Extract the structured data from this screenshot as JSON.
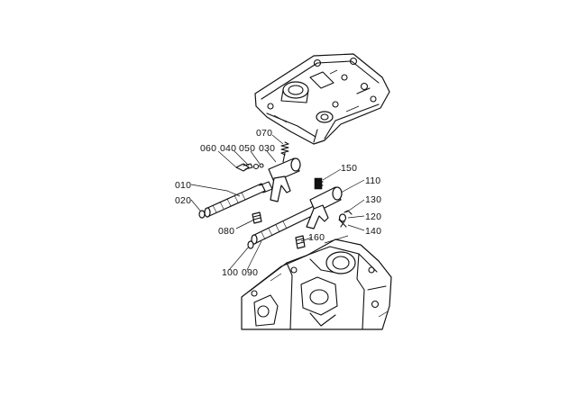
{
  "diagram": {
    "callouts": [
      {
        "id": "c010",
        "text": "010"
      },
      {
        "id": "c020",
        "text": "020"
      },
      {
        "id": "c030",
        "text": "030"
      },
      {
        "id": "c040",
        "text": "040"
      },
      {
        "id": "c050",
        "text": "050"
      },
      {
        "id": "c060",
        "text": "060"
      },
      {
        "id": "c070",
        "text": "070"
      },
      {
        "id": "c080",
        "text": "080"
      },
      {
        "id": "c090",
        "text": "090"
      },
      {
        "id": "c100",
        "text": "100"
      },
      {
        "id": "c110",
        "text": "110"
      },
      {
        "id": "c120",
        "text": "120"
      },
      {
        "id": "c130",
        "text": "130"
      },
      {
        "id": "c140",
        "text": "140"
      },
      {
        "id": "c150",
        "text": "150"
      },
      {
        "id": "c160",
        "text": "160"
      }
    ]
  }
}
